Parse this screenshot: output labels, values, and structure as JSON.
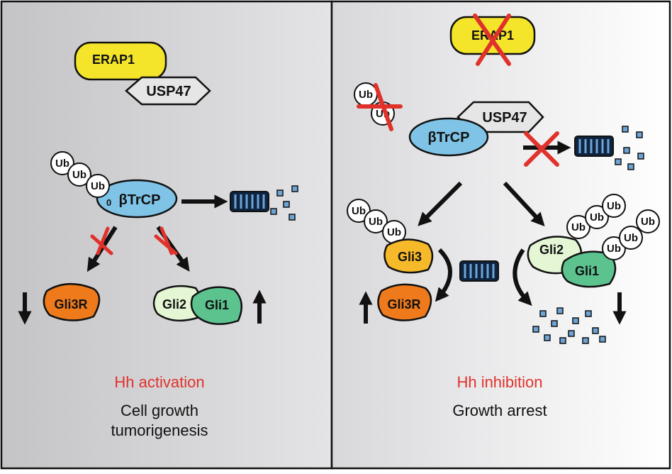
{
  "left_panel": {
    "erap1": "ERAP1",
    "usp47": "USP47",
    "ub_labels": [
      "Ub",
      "Ub",
      "Ub"
    ],
    "btrcp_prefix": "0",
    "btrcp": "βTrCP",
    "gli3r": "Gli3R",
    "gli2": "Gli2",
    "gli1": "Gli1",
    "outcome": "Hh activation",
    "effect_line1": "Cell growth",
    "effect_line2": "tumorigenesis"
  },
  "right_panel": {
    "erap1": "ERAP1",
    "usp47": "USP47",
    "btrcp": "βTrCP",
    "ub_labels_btrcp": [
      "Ub",
      "Ub"
    ],
    "ub_labels_gli3": [
      "Ub",
      "Ub",
      "Ub"
    ],
    "ub_labels_gli_complex": [
      "Ub",
      "Ub",
      "Ub",
      "Ub",
      "Ub",
      "Ub"
    ],
    "gli3": "Gli3",
    "gli3r": "Gli3R",
    "gli2": "Gli2",
    "gli1": "Gli1",
    "outcome": "Hh inhibition",
    "effect": "Growth arrest"
  },
  "colors": {
    "erap1": "#f5e52a",
    "usp47": "#e6e6e6",
    "btrcp": "#7fc4e6",
    "gli3r": "#ee7a1c",
    "gli3": "#f6b92a",
    "gli2": "#e4f6d4",
    "gli1": "#5cc38f",
    "inhibit_x": "#e0322b",
    "caption_red": "#e0322b",
    "fragment": "#6da4d6"
  }
}
